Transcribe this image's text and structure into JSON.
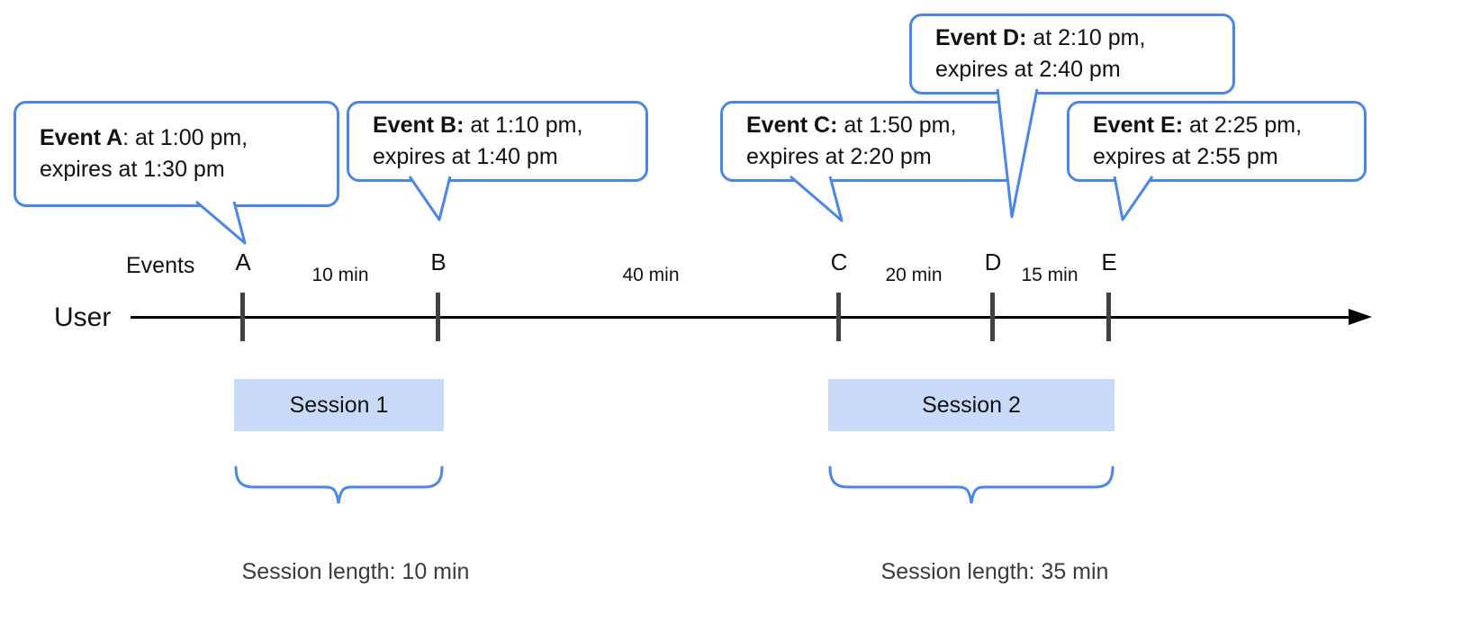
{
  "colors": {
    "bubble_border": "#4a86e8",
    "brace": "#4a86e8",
    "session_fill": "#c9daf8",
    "tick": "#414141",
    "timeline": "#000000"
  },
  "timeline": {
    "user_label": "User",
    "events_label": "Events"
  },
  "events": [
    {
      "letter": "A",
      "bold": "Event A",
      "rest": ": at 1:00 pm,",
      "line2": "expires at 1:30 pm"
    },
    {
      "letter": "B",
      "bold": "Event B:",
      "rest": " at 1:10 pm,",
      "line2": "expires at 1:40 pm"
    },
    {
      "letter": "C",
      "bold": "Event C:",
      "rest": " at 1:50 pm,",
      "line2": "expires at 2:20 pm"
    },
    {
      "letter": "D",
      "bold": "Event D:",
      "rest": " at 2:10 pm,",
      "line2": "expires at 2:40 pm"
    },
    {
      "letter": "E",
      "bold": "Event E:",
      "rest": " at 2:25 pm,",
      "line2": "expires at 2:55 pm"
    }
  ],
  "intervals": [
    {
      "label": "10 min"
    },
    {
      "label": "40 min"
    },
    {
      "label": "20 min"
    },
    {
      "label": "15 min"
    }
  ],
  "sessions": [
    {
      "label": "Session 1",
      "length": "Session length: 10 min"
    },
    {
      "label": "Session 2",
      "length": "Session length: 35 min"
    }
  ]
}
